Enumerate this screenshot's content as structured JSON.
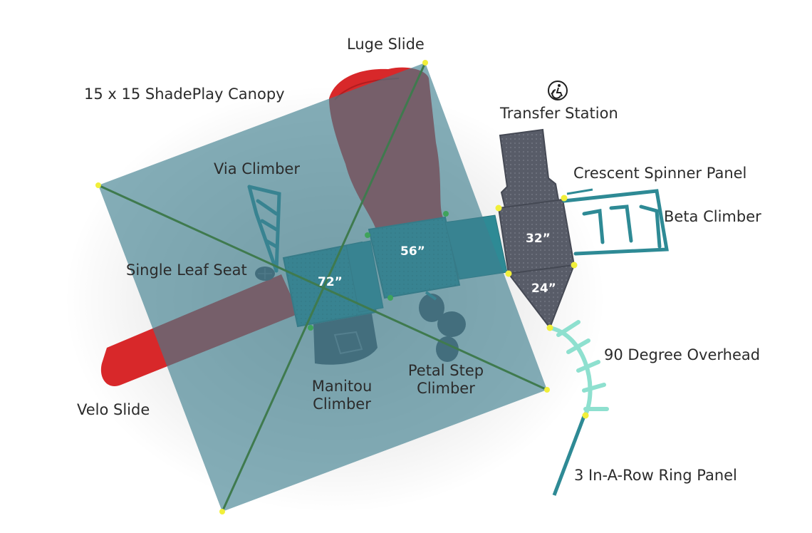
{
  "labels": {
    "luge_slide": "Luge Slide",
    "canopy": "15 x 15 ShadePlay Canopy",
    "transfer_station": "Transfer Station",
    "crescent_spinner_panel": "Crescent Spinner Panel",
    "beta_climber": "Beta Climber",
    "via_climber": "Via Climber",
    "single_leaf_seat": "Single Leaf Seat",
    "velo_slide": "Velo Slide",
    "manitou_climber_line1": "Manitou",
    "manitou_climber_line2": "Climber",
    "petal_step_climber_line1": "Petal Step",
    "petal_step_climber_line2": "Climber",
    "overhead_90": "90 Degree Overhead",
    "ring_panel": "3 In-A-Row Ring Panel"
  },
  "dimensions": {
    "deck_72": "72”",
    "deck_56": "56”",
    "deck_32": "32”",
    "deck_24": "24”"
  },
  "icons": {
    "transfer_station_icon": "wheelchair-transfer-icon"
  },
  "colors": {
    "canopy": "#3f7f8f",
    "slide_red": "#d8282a",
    "deck_teal": "#2e8a95",
    "deck_gray": "#585c68",
    "post_teal": "#36a3ad",
    "joint_yellow": "#f1ef3a",
    "canopy_ribs": "#3f7a4e",
    "overhead_mint": "#8ee0cf"
  }
}
